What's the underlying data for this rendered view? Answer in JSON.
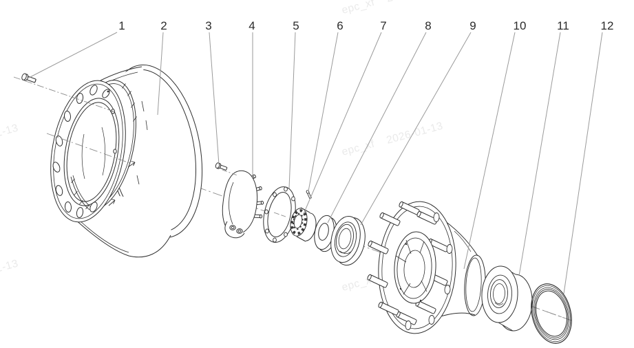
{
  "page": {
    "background": "#ffffff",
    "type": "exploded-parts-diagram"
  },
  "palette": {
    "line": "#2f2f2f",
    "leader": "#9a9a9a",
    "label": "#2b2b2b",
    "watermark": "#eaeaea"
  },
  "watermark": {
    "user": "epc_xf",
    "date": "2026-01-13"
  },
  "callouts": [
    {
      "label": "1",
      "part": "drum-mounting-bolt"
    },
    {
      "label": "2",
      "part": "brake-drum"
    },
    {
      "label": "3",
      "part": "hub-cap-bolt"
    },
    {
      "label": "4",
      "part": "hub-cap"
    },
    {
      "label": "5",
      "part": "hub-cap-gasket"
    },
    {
      "label": "6",
      "part": "cotter-pin"
    },
    {
      "label": "7",
      "part": "castellated-lock-nut"
    },
    {
      "label": "8",
      "part": "lock-washer"
    },
    {
      "label": "9",
      "part": "oil-seal"
    },
    {
      "label": "10",
      "part": "wheel-hub"
    },
    {
      "label": "11",
      "part": "roller-bearing"
    },
    {
      "label": "12",
      "part": "seal-ring"
    }
  ]
}
